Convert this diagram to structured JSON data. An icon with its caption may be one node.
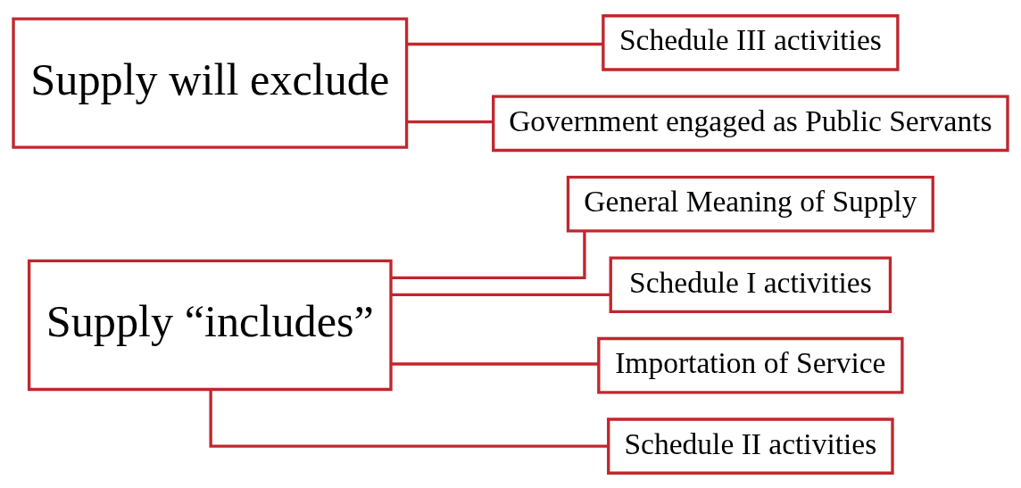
{
  "diagram": {
    "nodes": [
      {
        "text": [
          "Supply “includes”"
        ]
      },
      {
        "text": [
          "General Meaning of Supply"
        ]
      },
      {
        "text": [
          "Schedule I activities"
        ]
      },
      {
        "text": [
          "Importation of Service"
        ]
      },
      {
        "text": [
          "Schedule II activities"
        ]
      },
      {
        "text": [
          "Supply will exclude"
        ]
      },
      {
        "text": [
          "Schedule III activities"
        ]
      },
      {
        "text": [
          "Government engaged as Public Servants"
        ]
      }
    ],
    "edges": [
      {
        "from": 0,
        "to": 1,
        "arrow": "none"
      },
      {
        "from": 0,
        "to": 2,
        "arrow": "none"
      },
      {
        "from": 0,
        "to": 3,
        "arrow": "none"
      },
      {
        "from": 0,
        "to": 4,
        "arrow": "none"
      },
      {
        "from": 5,
        "to": 6,
        "arrow": "none"
      },
      {
        "from": 5,
        "to": 7,
        "arrow": "none"
      }
    ]
  }
}
